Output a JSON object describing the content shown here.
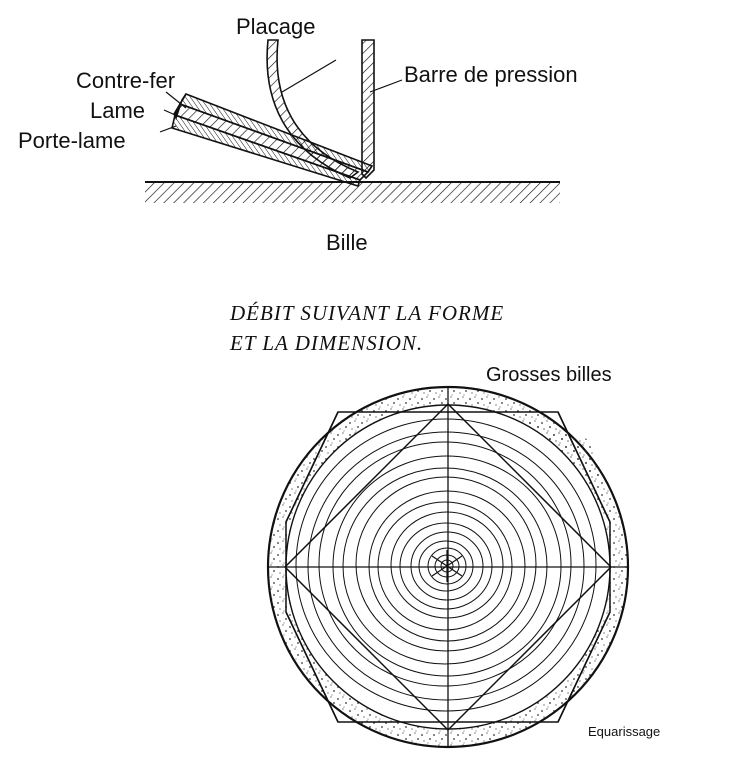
{
  "top_diagram": {
    "labels": {
      "placage": "Placage",
      "barre_de_pression": "Barre de pression",
      "contre_fer": "Contre-fer",
      "lame": "Lame",
      "porte_lame": "Porte-lame",
      "bille": "Bille"
    }
  },
  "bottom_diagram": {
    "caption_line1": "DÉBIT SUIVANT LA FORME",
    "caption_line2": "ET LA DIMENSION.",
    "title": "Grosses billes",
    "equarissage": "Equarissage"
  },
  "colors": {
    "ink": "#111111",
    "background": "#ffffff"
  }
}
